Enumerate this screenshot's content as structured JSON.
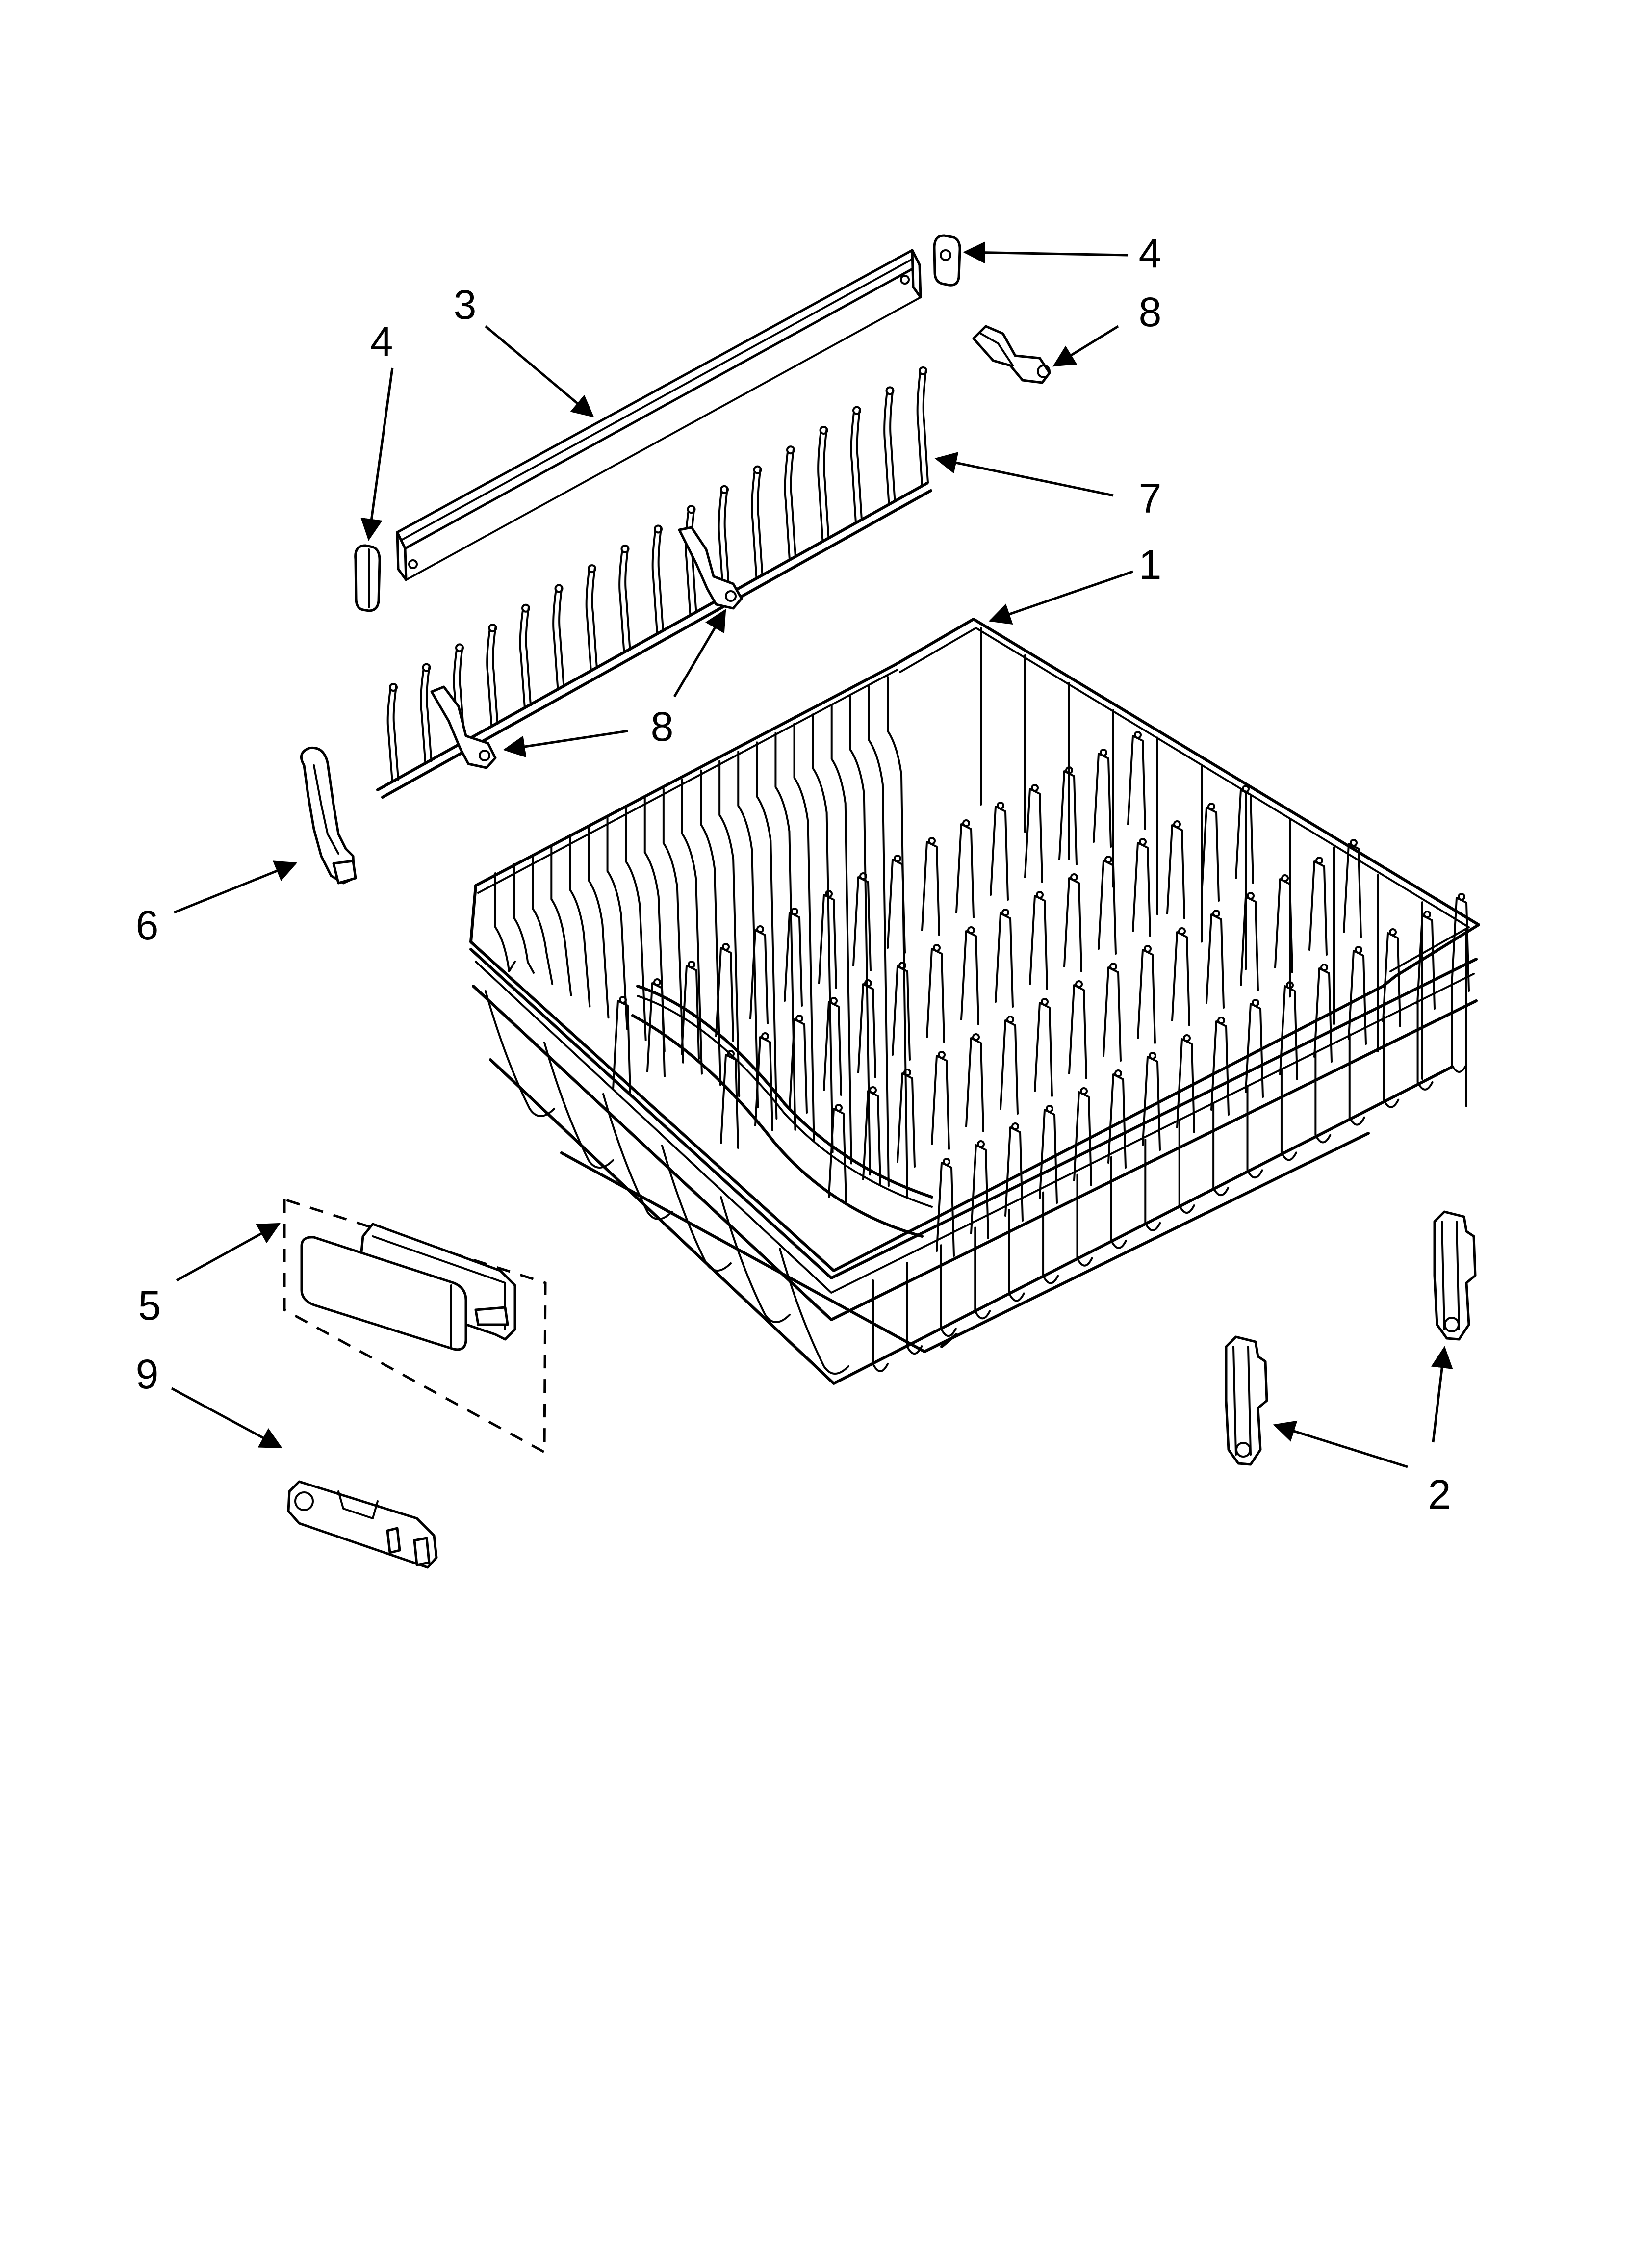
{
  "callouts": {
    "c1": "1",
    "c2": "2",
    "c3": "3",
    "c4a": "4",
    "c4b": "4",
    "c5": "5",
    "c6": "6",
    "c7": "7",
    "c8a": "8",
    "c8b": "8",
    "c9": "9"
  },
  "parts": [
    {
      "ref": "1",
      "depicts": "upper dishrack"
    },
    {
      "ref": "2",
      "depicts": "rack adjuster"
    },
    {
      "ref": "3",
      "depicts": "cover rail"
    },
    {
      "ref": "4",
      "depicts": "end cap"
    },
    {
      "ref": "5",
      "depicts": "handle assembly"
    },
    {
      "ref": "6",
      "depicts": "clip"
    },
    {
      "ref": "7",
      "depicts": "tine row"
    },
    {
      "ref": "8",
      "depicts": "clip"
    },
    {
      "ref": "9",
      "depicts": "bracket"
    }
  ],
  "colors": {
    "line": "#000000",
    "background": "#ffffff"
  }
}
